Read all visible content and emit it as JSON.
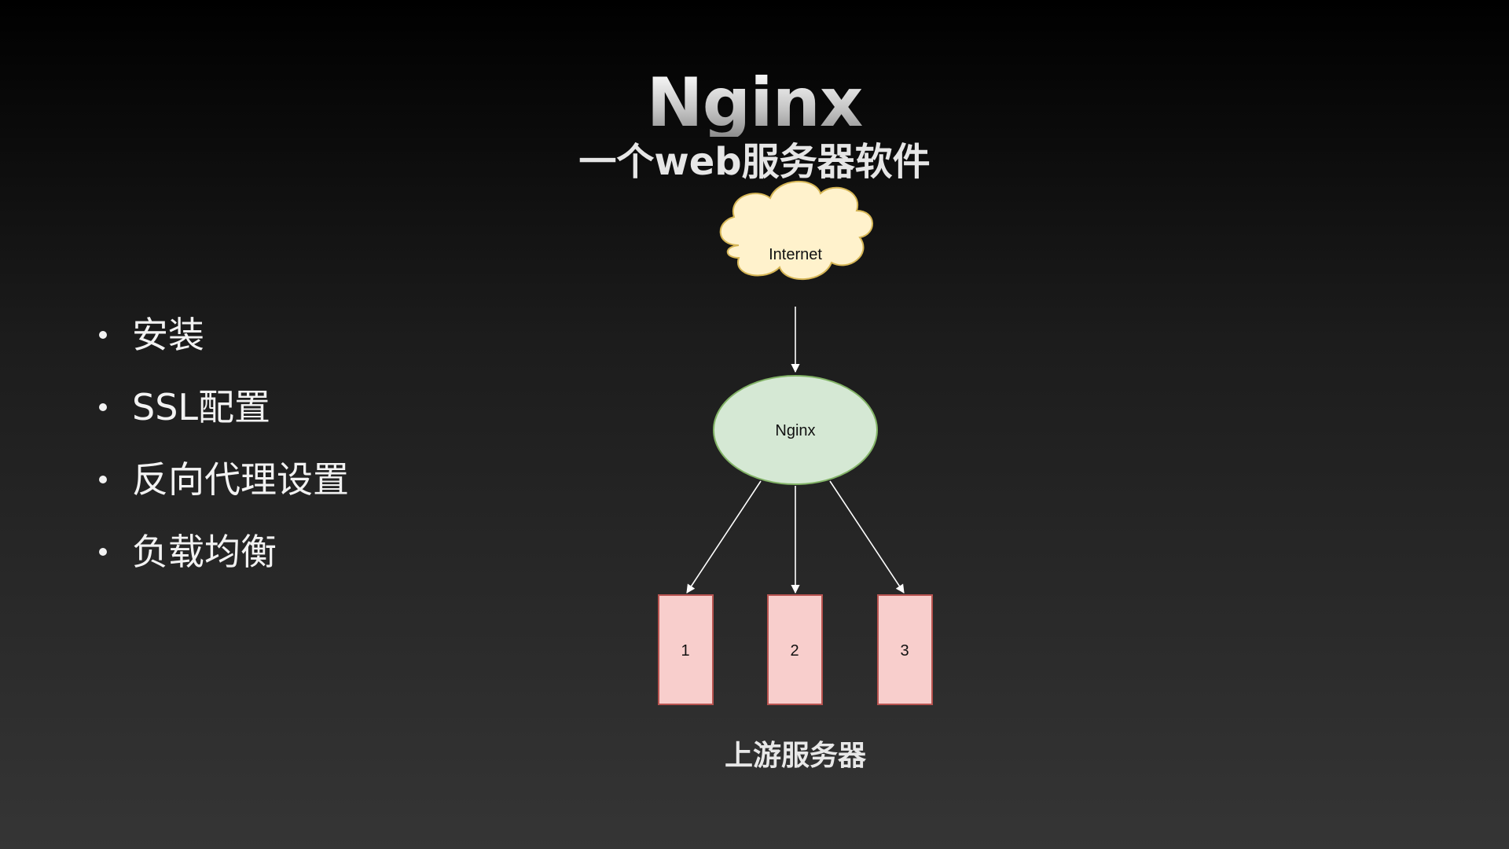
{
  "slide": {
    "title": "Nginx",
    "subtitle": "一个web服务器软件"
  },
  "bullets": [
    {
      "label": "安装"
    },
    {
      "label": "SSL配置"
    },
    {
      "label": "反向代理设置"
    },
    {
      "label": "负载均衡"
    }
  ],
  "diagram": {
    "cloud": {
      "label": "Internet",
      "fill": "#fff2cc",
      "stroke": "#d6b656"
    },
    "proxy": {
      "label": "Nginx",
      "fill": "#d5e8d4",
      "stroke": "#82b366"
    },
    "servers": [
      {
        "label": "1",
        "fill": "#f8cecc",
        "stroke": "#b85450"
      },
      {
        "label": "2",
        "fill": "#f8cecc",
        "stroke": "#b85450"
      },
      {
        "label": "3",
        "fill": "#f8cecc",
        "stroke": "#b85450"
      }
    ],
    "group_label": "上游服务器",
    "edge_color": "#ffffff"
  }
}
